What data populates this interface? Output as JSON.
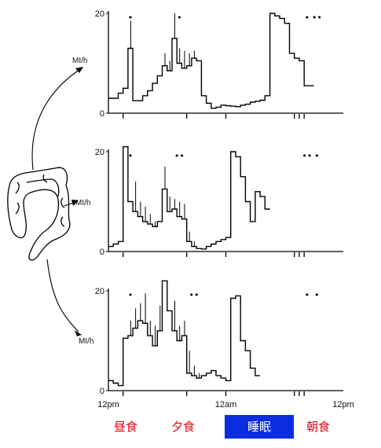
{
  "x_axis": {
    "tick_labels": [
      {
        "label": "12pm",
        "hour": 12
      },
      {
        "label": "12am",
        "hour": 24
      },
      {
        "label": "12pm",
        "hour": 36
      }
    ]
  },
  "rate_label": "MI/h",
  "meal_labels": {
    "lunch": "昼食",
    "dinner": "夕食",
    "sleep": "睡眠",
    "breakfast": "朝食"
  },
  "colors": {
    "meal_text": "#e60012",
    "sleep_box": "#0a2de0",
    "sleep_text": "#ffffff",
    "line": "#000000"
  },
  "chart_data": [
    {
      "type": "line",
      "step": true,
      "title": "",
      "xlabel": "",
      "ylabel": "",
      "xlim": [
        12,
        36
      ],
      "ylim": [
        0,
        20
      ],
      "y_ticks": [
        0,
        20
      ],
      "event_ticks": [
        13.5,
        20,
        24,
        31,
        31.5,
        32
      ],
      "x": [
        12,
        12.5,
        13,
        13.5,
        14,
        14.5,
        15,
        15.5,
        16,
        16.5,
        17,
        17.5,
        18,
        18.5,
        19,
        19.5,
        20,
        20.5,
        21,
        21.5,
        22,
        22.5,
        23,
        23.5,
        24,
        24.5,
        25,
        25.5,
        26,
        26.5,
        27,
        27.5,
        28,
        28.5,
        29,
        29.5,
        30,
        30.5,
        31,
        31.5,
        32,
        32.5,
        33,
        33.5,
        34,
        34.5,
        35,
        35.5
      ],
      "y": [
        3,
        3,
        4,
        5,
        13,
        2.5,
        2.5,
        3.5,
        4.5,
        6,
        7.5,
        9.5,
        8.5,
        15,
        10,
        9,
        9.5,
        11,
        10.5,
        3.5,
        2,
        1,
        1.2,
        1.6,
        1.5,
        1.4,
        1.3,
        1.6,
        1.8,
        2.2,
        2.4,
        2.6,
        3.5,
        20,
        19.5,
        19,
        18,
        12,
        11,
        10.5,
        5.5,
        5.5
      ],
      "error_bars": [
        0,
        0,
        0,
        0,
        5.5,
        0,
        0,
        0,
        0,
        0,
        0,
        2.5,
        2,
        5,
        3,
        3.5,
        2.5,
        1.5,
        0,
        0,
        0,
        0,
        0,
        0,
        0,
        0,
        0,
        0,
        0,
        0,
        0,
        0,
        0,
        0,
        0,
        0,
        0,
        0,
        0,
        0,
        0,
        0,
        0
      ],
      "markers": [
        {
          "x": 14.25,
          "symbol": "•"
        },
        {
          "x": 19.25,
          "symbol": "•"
        },
        {
          "x": 32.3,
          "symbol": "•"
        },
        {
          "x": 33.3,
          "symbol": "••"
        }
      ]
    },
    {
      "type": "line",
      "step": true,
      "title": "",
      "xlabel": "",
      "ylabel": "",
      "xlim": [
        12,
        36
      ],
      "ylim": [
        0,
        20
      ],
      "y_ticks": [
        0,
        20
      ],
      "event_ticks": [
        13.5,
        20,
        24,
        31,
        31.5,
        32
      ],
      "x": [
        12,
        12.5,
        13,
        13.5,
        14,
        14.5,
        15,
        15.5,
        16,
        16.5,
        17,
        17.5,
        18,
        18.5,
        19,
        19.5,
        20,
        20.5,
        21,
        21.5,
        22,
        22.5,
        23,
        23.5,
        24,
        24.5,
        25,
        25.5,
        26,
        26.5,
        27,
        27.5,
        28,
        28.5,
        29,
        29.5,
        30,
        30.5,
        31,
        31.5,
        32,
        32.5,
        33,
        33.5,
        34,
        34.5,
        35,
        35.5
      ],
      "y": [
        1,
        1.5,
        2,
        21,
        10,
        8,
        7,
        6,
        5.5,
        5,
        6,
        12.5,
        8,
        8.5,
        7,
        6.5,
        2,
        1,
        0.6,
        0.5,
        1,
        1.5,
        2,
        2.4,
        2.8,
        20,
        19,
        15,
        10,
        6,
        12,
        11,
        8.5
      ],
      "error_bars": [
        0,
        0,
        0,
        0,
        0,
        6,
        3,
        3,
        2,
        1,
        0,
        4.5,
        3,
        2,
        3,
        3,
        2,
        1,
        0,
        0,
        0,
        0,
        0,
        0,
        0,
        0,
        0,
        0,
        0,
        0,
        0,
        0,
        0
      ],
      "markers": [
        {
          "x": 14.25,
          "symbol": "•"
        },
        {
          "x": 19.25,
          "symbol": "••"
        },
        {
          "x": 32.3,
          "symbol": "••"
        },
        {
          "x": 33.3,
          "symbol": "•"
        }
      ]
    },
    {
      "type": "line",
      "step": true,
      "title": "",
      "xlabel": "",
      "ylabel": "",
      "xlim": [
        12,
        36
      ],
      "ylim": [
        0,
        20
      ],
      "y_ticks": [
        0,
        20
      ],
      "event_ticks": [
        13.5,
        20,
        24,
        31,
        31.5,
        32
      ],
      "x": [
        12,
        12.5,
        13,
        13.5,
        14,
        14.5,
        15,
        15.5,
        16,
        16.5,
        17,
        17.5,
        18,
        18.5,
        19,
        19.5,
        20,
        20.5,
        21,
        21.5,
        22,
        22.5,
        23,
        23.5,
        24,
        24.5,
        25,
        25.5,
        26,
        26.5,
        27,
        27.5,
        28,
        28.5,
        29,
        29.5,
        30,
        30.5,
        31,
        31.5,
        32,
        32.5,
        33,
        33.5,
        34,
        34.5,
        35,
        35.5
      ],
      "y": [
        2,
        1.5,
        1,
        10.5,
        11,
        12.5,
        14,
        13.5,
        11,
        9,
        12,
        22,
        16,
        12,
        10,
        11,
        3.5,
        3,
        2.5,
        3,
        3.5,
        4,
        3,
        2.5,
        2,
        18.5,
        19,
        10,
        8,
        4.5,
        3
      ],
      "error_bars": [
        0,
        0,
        0,
        0,
        3,
        4,
        3.5,
        6,
        3,
        4,
        5,
        0,
        0,
        6,
        3,
        3,
        4.5,
        2,
        1,
        0,
        0,
        0,
        0,
        0,
        0,
        0,
        0,
        0,
        0,
        0,
        0
      ],
      "markers": [
        {
          "x": 14.25,
          "symbol": "•"
        },
        {
          "x": 20.75,
          "symbol": "••"
        },
        {
          "x": 32.3,
          "symbol": "•"
        },
        {
          "x": 33.3,
          "symbol": "•"
        }
      ]
    }
  ]
}
